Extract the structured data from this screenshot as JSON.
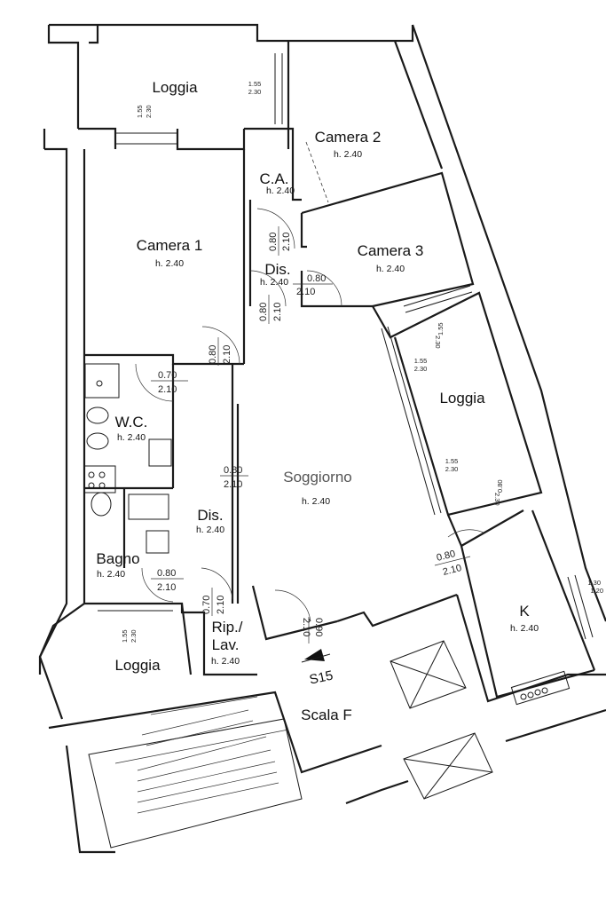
{
  "rooms": {
    "loggia_top": {
      "name": "Loggia",
      "win_w": "1.55",
      "win_h": "2.30",
      "win2_w": "1.55",
      "win2_h": "2.30"
    },
    "camera2": {
      "name": "Camera 2",
      "height": "h. 2.40"
    },
    "ca": {
      "name": "C.A.",
      "height": "h. 2.40"
    },
    "camera1": {
      "name": "Camera 1",
      "height": "h. 2.40"
    },
    "camera3": {
      "name": "Camera 3",
      "height": "h. 2.40"
    },
    "dis_top": {
      "name": "Dis.",
      "height": "h. 2.40"
    },
    "loggia_right": {
      "name": "Loggia",
      "win_w": "1.55",
      "win_h": "2.30",
      "win2_w": "1.55",
      "win2_h": "2.30",
      "win3_w": "1.55",
      "win3_h": "2.30"
    },
    "wc": {
      "name": "W.C.",
      "height": "h. 2.40"
    },
    "soggiorno": {
      "name": "Soggiorno",
      "height": "h. 2.40"
    },
    "dis_mid": {
      "name": "Dis.",
      "height": "h. 2.40"
    },
    "bagno": {
      "name": "Bagno",
      "height": "h. 2.40"
    },
    "k": {
      "name": "K",
      "height": "h. 2.40",
      "win_w": "1.30",
      "win_h": "1.20"
    },
    "loggia_bottom": {
      "name": "Loggia",
      "win_w": "1.55",
      "win_h": "2.30"
    },
    "rip": {
      "name_line1": "Rip./",
      "name_line2": "Lav.",
      "height": "h. 2.40"
    },
    "scala": {
      "name": "Scala F"
    }
  },
  "doors": {
    "d_ca": {
      "w": "0.80",
      "h": "2.10"
    },
    "d_cam3": {
      "w": "0.80",
      "h": "2.10"
    },
    "d_dis": {
      "w": "0.80",
      "h": "2.10"
    },
    "d_cam1": {
      "w": "0.80",
      "h": "2.10"
    },
    "d_wc": {
      "w": "0.70",
      "h": "2.10"
    },
    "d_sogg": {
      "w": "0.80",
      "h": "2.10"
    },
    "d_bagno": {
      "w": "0.80",
      "h": "2.10"
    },
    "d_rip": {
      "w": "0.70",
      "h": "2.10"
    },
    "d_entry": {
      "w": "0.90",
      "h": "2.10"
    },
    "d_k": {
      "w": "0.80",
      "h": "2.10"
    },
    "d_loggia_r": {
      "w": "0.80",
      "h": "2.30"
    }
  },
  "marker": {
    "label": "S15"
  }
}
